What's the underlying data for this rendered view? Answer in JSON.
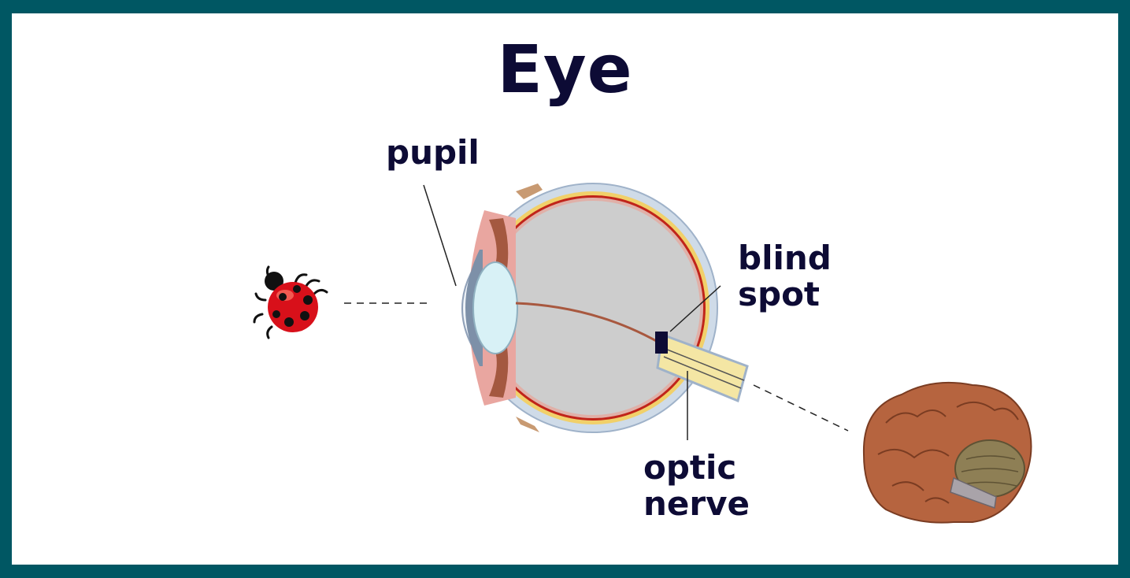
{
  "title": "Eye",
  "labels": {
    "pupil": "pupil",
    "blind_spot": [
      "blind",
      "spot"
    ],
    "optic_nerve": [
      "optic",
      "nerve"
    ]
  },
  "colors": {
    "border": "#005763",
    "text": "#0d0b35",
    "vitreous": "#cdcdcd",
    "retina": "#c0241a",
    "lens": "#d8f1f6",
    "nerve": "#f4e6a4",
    "ladybug": "#d8101a",
    "brain": "#b6643f",
    "cerebellum": "#8e7f55"
  }
}
